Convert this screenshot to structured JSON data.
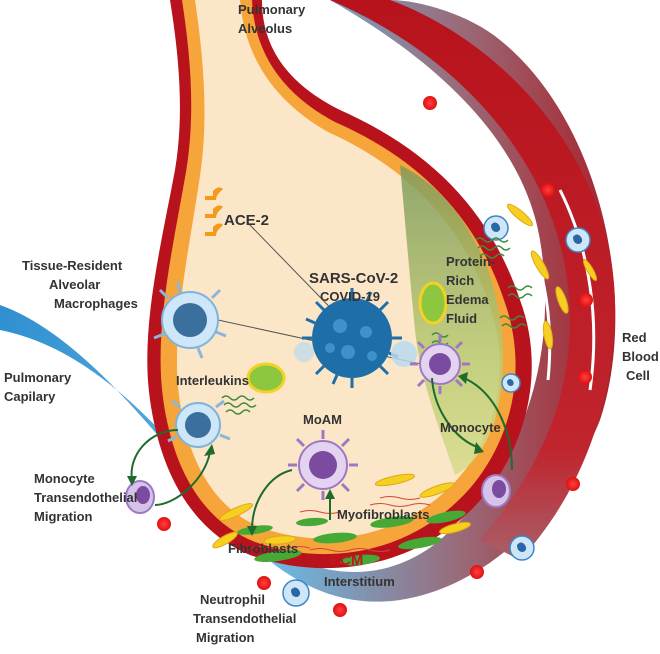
{
  "labels": {
    "pulmonary_alveolus": [
      "Pulmonary",
      "Alveolus"
    ],
    "ace2": "ACE-2",
    "sars_cov_2": "SARS-CoV-2",
    "covid_19": "COVID-19",
    "tissue_resident_macrophages": [
      "Tissue-Resident",
      "Alveolar",
      "Macrophages"
    ],
    "protein_rich_fluid": [
      "Protein-",
      "Rich",
      "Edema",
      "Fluid"
    ],
    "interleukins": "Interleukins",
    "pulmonary_capillary": [
      "Pulmonary",
      "Capilary"
    ],
    "red_blood_cell": [
      "Red",
      "Blood",
      "Cell"
    ],
    "moam": "MoAM",
    "monocyte": "Monocyte",
    "monocyte_transendothelial": [
      "Monocyte",
      "Transendothelial",
      "Migration"
    ],
    "myofibroblasts": "Myofibroblasts",
    "fibroblasts": "Fibroblasts",
    "ecm": "ECM",
    "interstitium": "Interstitium",
    "neutrophil_transendothelial": [
      "Neutrophil",
      "Transendothelial",
      "Migration"
    ]
  },
  "colors": {
    "alveolus_fill": "#fbe6c8",
    "alveolus_lining": "#f6a53a",
    "wall_red": "#b8131d",
    "capillary_blue": "#3a9bd6",
    "edema_green": "#9db46a",
    "virus_blue": "#1e6fa8",
    "monocyte_purple": "#7b4ba0",
    "macrophage_blue": "#3b86c4",
    "ecm_red": "#c0161f"
  }
}
